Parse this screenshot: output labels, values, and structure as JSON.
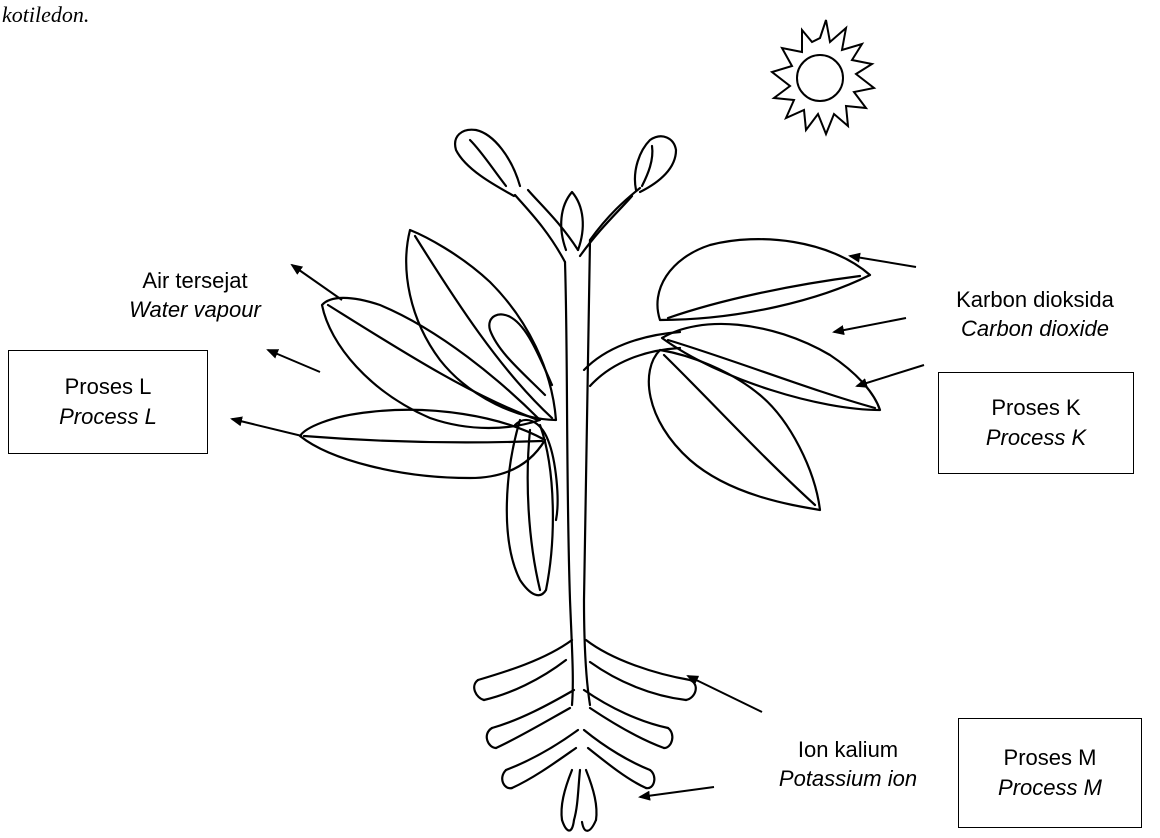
{
  "top_fragment": "kotiledon.",
  "labels": {
    "water_vapour": {
      "ms": "Air tersejat",
      "en": "Water vapour"
    },
    "carbon_dioxide": {
      "ms": "Karbon dioksida",
      "en": "Carbon dioxide"
    },
    "potassium_ion": {
      "ms": "Ion kalium",
      "en": "Potassium ion"
    }
  },
  "boxes": {
    "process_l": {
      "ms": "Proses L",
      "en": "Process L"
    },
    "process_k": {
      "ms": "Proses K",
      "en": "Process K"
    },
    "process_m": {
      "ms": "Proses M",
      "en": "Process M"
    }
  },
  "icons": [
    "sun-icon",
    "plant-illustration",
    "arrow-icon"
  ]
}
